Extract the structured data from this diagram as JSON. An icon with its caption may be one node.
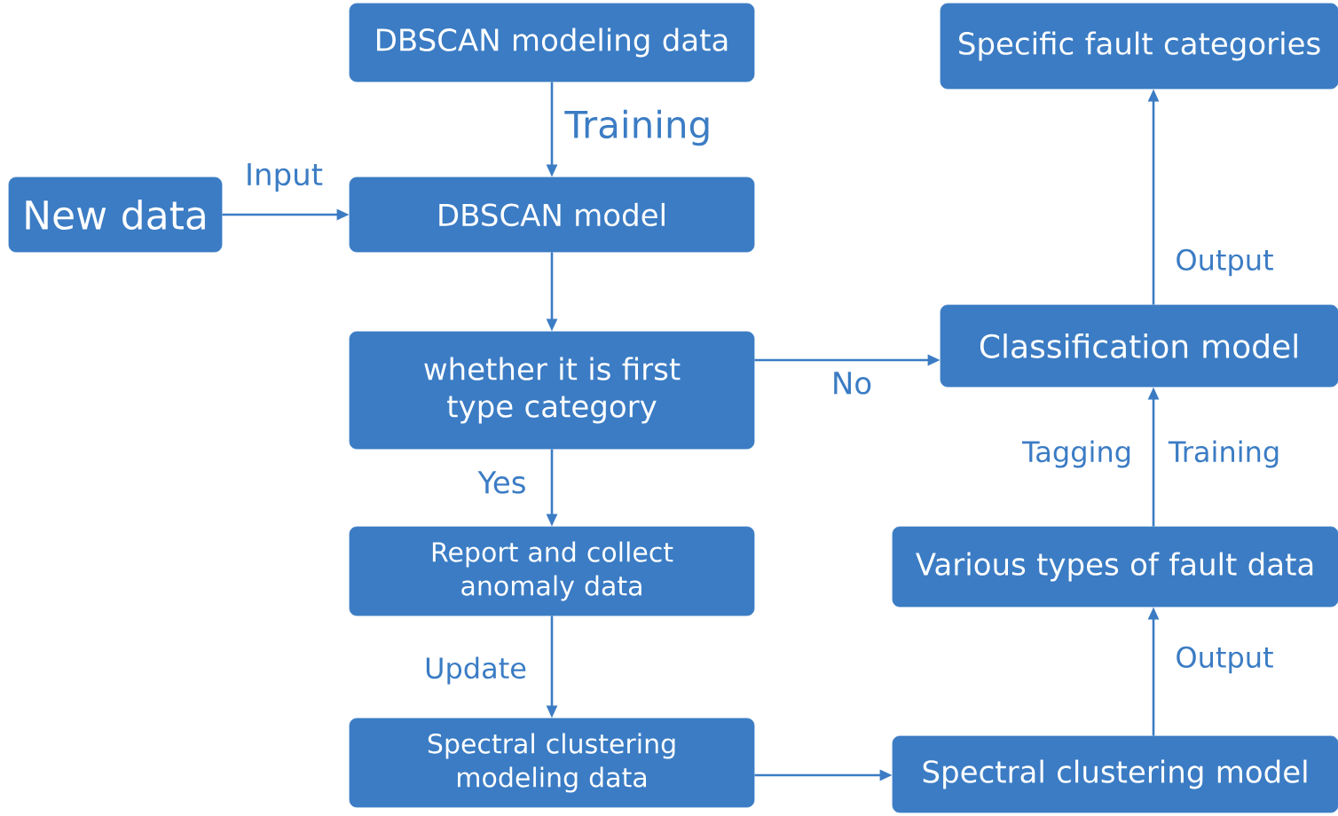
{
  "diagram": {
    "nodes": [
      {
        "text": [
          "DBSCAN modeling data"
        ]
      },
      {
        "text": [
          "New data"
        ]
      },
      {
        "text": [
          "DBSCAN model"
        ]
      },
      {
        "text": [
          "whether it is first type category"
        ]
      },
      {
        "text": [
          "Report and collect anomaly data"
        ]
      },
      {
        "text": [
          "Spectral clustering modeling data"
        ]
      },
      {
        "text": [
          "Spectral clustering model"
        ]
      },
      {
        "text": [
          "Various types of fault data"
        ]
      },
      {
        "text": [
          "Classification model"
        ]
      },
      {
        "text": [
          "Specific fault categories"
        ]
      }
    ],
    "edges": [
      {
        "from": 0,
        "to": 2,
        "arrow": "to",
        "label": "Training"
      },
      {
        "from": 1,
        "to": 2,
        "arrow": "to",
        "label": "Input"
      },
      {
        "from": 2,
        "to": 3,
        "arrow": "to"
      },
      {
        "from": 3,
        "to": 8,
        "arrow": "to",
        "label": "No"
      },
      {
        "from": 3,
        "to": 4,
        "arrow": "to",
        "label": "Yes"
      },
      {
        "from": 4,
        "to": 5,
        "arrow": "to",
        "label": "Update"
      },
      {
        "from": 5,
        "to": 6,
        "arrow": "to"
      },
      {
        "from": 6,
        "to": 7,
        "arrow": "to",
        "label": "Output"
      },
      {
        "from": 7,
        "to": 8,
        "arrow": "to",
        "label": "Training"
      },
      {
        "from": 8,
        "to": 9,
        "arrow": "to",
        "label": "Output"
      }
    ],
    "labels": [
      "Tagging"
    ]
  }
}
